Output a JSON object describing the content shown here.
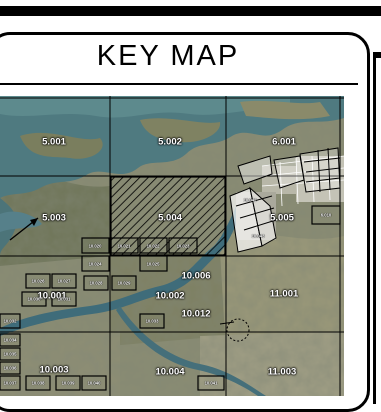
{
  "title": "KEY MAP",
  "colors": {
    "frame": "#000000",
    "background": "#ffffff"
  },
  "sheets": [
    {
      "id": "5.001"
    },
    {
      "id": "5.002"
    },
    {
      "id": "6.001"
    },
    {
      "id": "5.003"
    },
    {
      "id": "5.004"
    },
    {
      "id": "5.005"
    },
    {
      "id": "10.006"
    },
    {
      "id": "10.001"
    },
    {
      "id": "10.002"
    },
    {
      "id": "10.012"
    },
    {
      "id": "11.001"
    },
    {
      "id": "10.003"
    },
    {
      "id": "10.004"
    },
    {
      "id": "11.003"
    }
  ],
  "small_tiles": [
    {
      "id": "10.020"
    },
    {
      "id": "10.021"
    },
    {
      "id": "10.022"
    },
    {
      "id": "10.023"
    },
    {
      "id": "10.024"
    },
    {
      "id": "10.025"
    },
    {
      "id": "10.026"
    },
    {
      "id": "10.027"
    },
    {
      "id": "10.028"
    },
    {
      "id": "10.029"
    },
    {
      "id": "10.030"
    },
    {
      "id": "10.031"
    },
    {
      "id": "10.032"
    },
    {
      "id": "10.033"
    },
    {
      "id": "10.034"
    },
    {
      "id": "10.035"
    },
    {
      "id": "10.036"
    },
    {
      "id": "10.037"
    },
    {
      "id": "10.038"
    },
    {
      "id": "10.039"
    },
    {
      "id": "10.040"
    },
    {
      "id": "10.041"
    },
    {
      "id": "10.042"
    },
    {
      "id": "10.043"
    },
    {
      "id": "6.010"
    }
  ]
}
